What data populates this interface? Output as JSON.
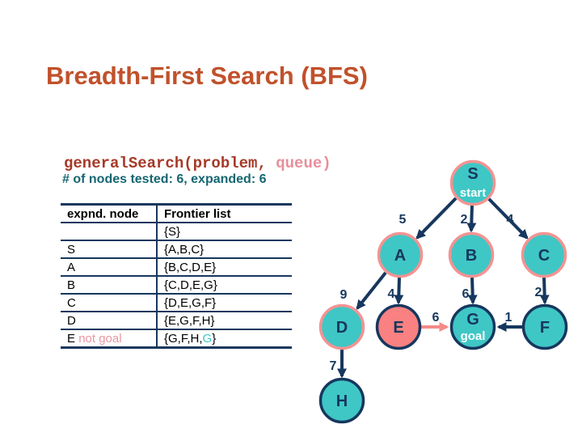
{
  "slide": {
    "title": "Breadth-First Search (BFS)",
    "code_main": "generalSearch(problem,",
    "code_arg": " queue)",
    "subtitle": "# of nodes tested: 6, expanded: 6"
  },
  "table": {
    "headers": [
      "expnd. node",
      "Frontier list"
    ],
    "rows": [
      {
        "node": "",
        "frontier": "{S}"
      },
      {
        "node": "S",
        "frontier": "{A,B,C}"
      },
      {
        "node": "A",
        "frontier": "{B,C,D,E}"
      },
      {
        "node": "B",
        "frontier": "{C,D,E,G}"
      },
      {
        "node": "C",
        "frontier": "{D,E,G,F}"
      },
      {
        "node": "D",
        "frontier": "{E,G,F,H}"
      },
      {
        "node": "E",
        "note": "not goal",
        "frontier_pre": "{G,F,H,",
        "frontier_found": "G",
        "frontier_post": "}"
      }
    ]
  },
  "graph": {
    "nodes": [
      {
        "id": "S",
        "label": "S",
        "sublabel": "start",
        "fill": "teal",
        "border": "pink"
      },
      {
        "id": "A",
        "label": "A",
        "fill": "teal",
        "border": "pink"
      },
      {
        "id": "B",
        "label": "B",
        "fill": "teal",
        "border": "pink"
      },
      {
        "id": "C",
        "label": "C",
        "fill": "teal",
        "border": "pink"
      },
      {
        "id": "D",
        "label": "D",
        "fill": "teal",
        "border": "pink"
      },
      {
        "id": "E",
        "label": "E",
        "fill": "salmon",
        "border": "navy"
      },
      {
        "id": "G",
        "label": "G",
        "sublabel": "goal",
        "fill": "teal",
        "border": "navy"
      },
      {
        "id": "F",
        "label": "F",
        "fill": "teal",
        "border": "navy"
      },
      {
        "id": "H",
        "label": "H",
        "fill": "teal",
        "border": "navy"
      }
    ],
    "edges": [
      {
        "from": "S",
        "to": "A",
        "weight": "5",
        "color": "navy"
      },
      {
        "from": "S",
        "to": "B",
        "weight": "2",
        "color": "navy"
      },
      {
        "from": "S",
        "to": "C",
        "weight": "4",
        "color": "navy"
      },
      {
        "from": "A",
        "to": "D",
        "weight": "9",
        "color": "navy"
      },
      {
        "from": "A",
        "to": "E",
        "weight": "4",
        "color": "navy"
      },
      {
        "from": "B",
        "to": "G",
        "weight": "6",
        "color": "navy"
      },
      {
        "from": "C",
        "to": "F",
        "weight": "2",
        "color": "navy"
      },
      {
        "from": "E",
        "to": "G",
        "weight": "6",
        "color": "pink"
      },
      {
        "from": "F",
        "to": "G",
        "weight": "1",
        "color": "navy"
      },
      {
        "from": "D",
        "to": "H",
        "weight": "7",
        "color": "navy"
      }
    ]
  },
  "colors": {
    "title_orange": "#c1512b",
    "code_red": "#a63a28",
    "code_pink": "#e78f9b",
    "subtitle_teal": "#166672",
    "navy": "#17375e",
    "node_teal": "#3fc7c5",
    "node_pink_border": "#f49392",
    "node_salmon": "#f98181",
    "edge_pink": "#f58b8b"
  }
}
